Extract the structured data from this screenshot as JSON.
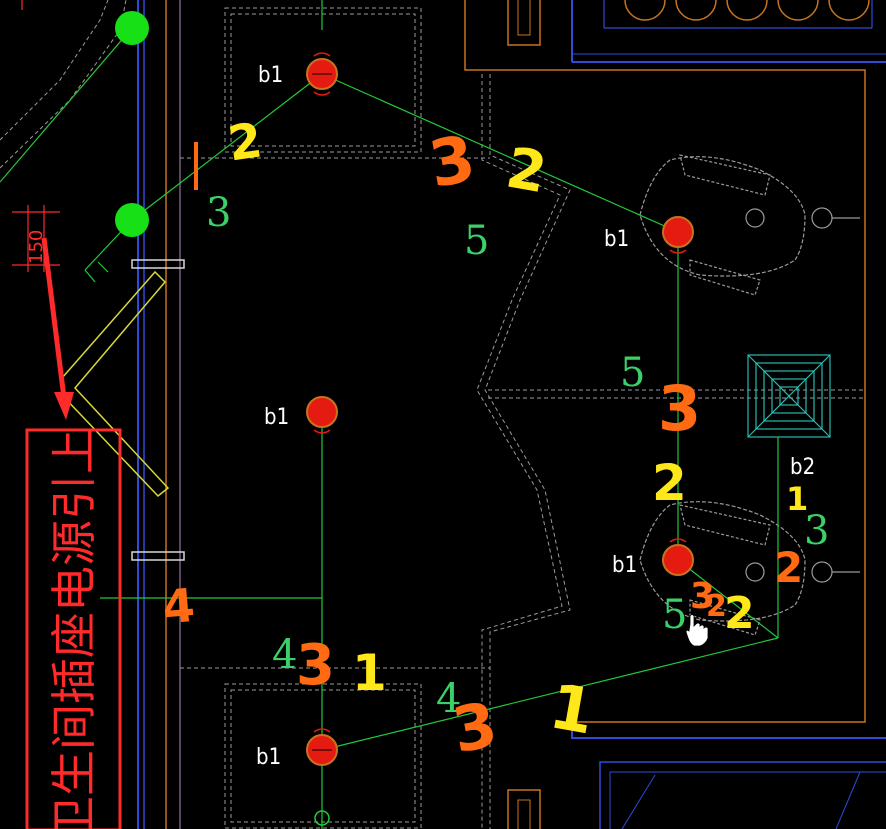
{
  "colors": {
    "background": "#000000",
    "wire": "#22c93a",
    "blue_wall": "#2f4bd8",
    "orange_wall": "#c8731e",
    "grey_dashed": "#9a9a9a",
    "fixture_red": "#e51b12",
    "fixture_ring": "#c8731e",
    "green_node": "#17e017",
    "red_annotation": "#ff2a2a",
    "yellow_stroke": "#ffe81a",
    "orange_stroke": "#ff6a12",
    "count_green": "#3bd06a",
    "cyan_box": "#2ab8b0"
  },
  "fixtures": [
    {
      "label": "b1",
      "name": "top"
    },
    {
      "label": "b1",
      "name": "upper-right"
    },
    {
      "label": "b1",
      "name": "center"
    },
    {
      "label": "b1",
      "name": "lower-right"
    },
    {
      "label": "b1",
      "name": "bottom"
    }
  ],
  "box_label": "b2",
  "dimension_text": "150",
  "note_text": "卫生间插座电源引上",
  "counts": [
    "3",
    "5",
    "5",
    "3",
    "5",
    "4",
    "4"
  ],
  "handwritten": [
    "2",
    "3",
    "2",
    "3",
    "2",
    "2",
    "1",
    "2",
    "4",
    "3",
    "1",
    "3",
    "1",
    "3",
    "2"
  ]
}
